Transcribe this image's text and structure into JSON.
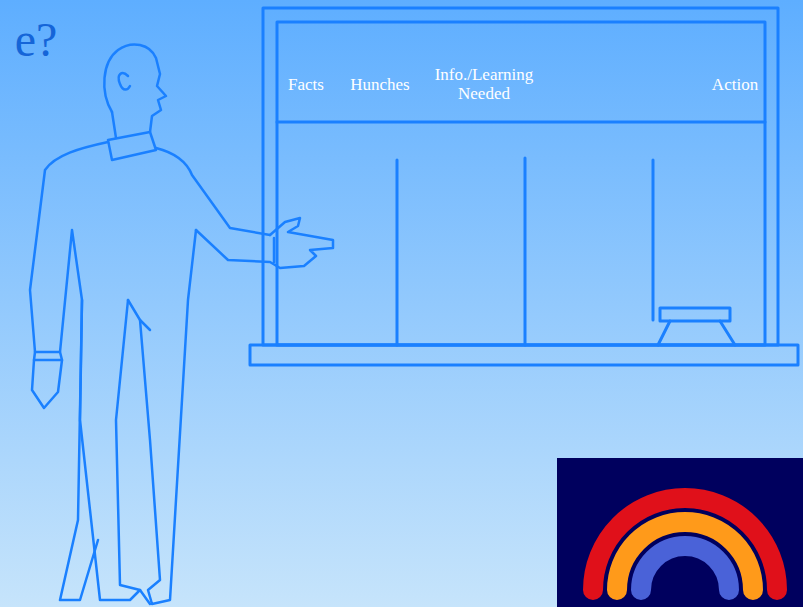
{
  "diagram": {
    "labels": [
      "e?",
      "Facts",
      "Hunches",
      "Info./Learning Needed",
      "Action"
    ]
  }
}
